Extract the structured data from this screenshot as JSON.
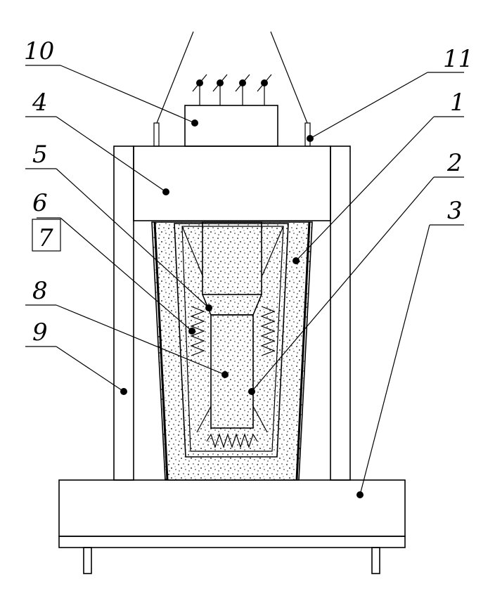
{
  "labels": {
    "l1": "1",
    "l2": "2",
    "l3": "3",
    "l4": "4",
    "l5": "5",
    "l6": "6",
    "l7": "7",
    "l8": "8",
    "l9": "9",
    "l10": "10",
    "l11": "11"
  },
  "hatch_pattern": "cross-hatch",
  "insulation_pattern": "stipple",
  "colors": {
    "ink": "#000000",
    "paper": "#ffffff"
  }
}
